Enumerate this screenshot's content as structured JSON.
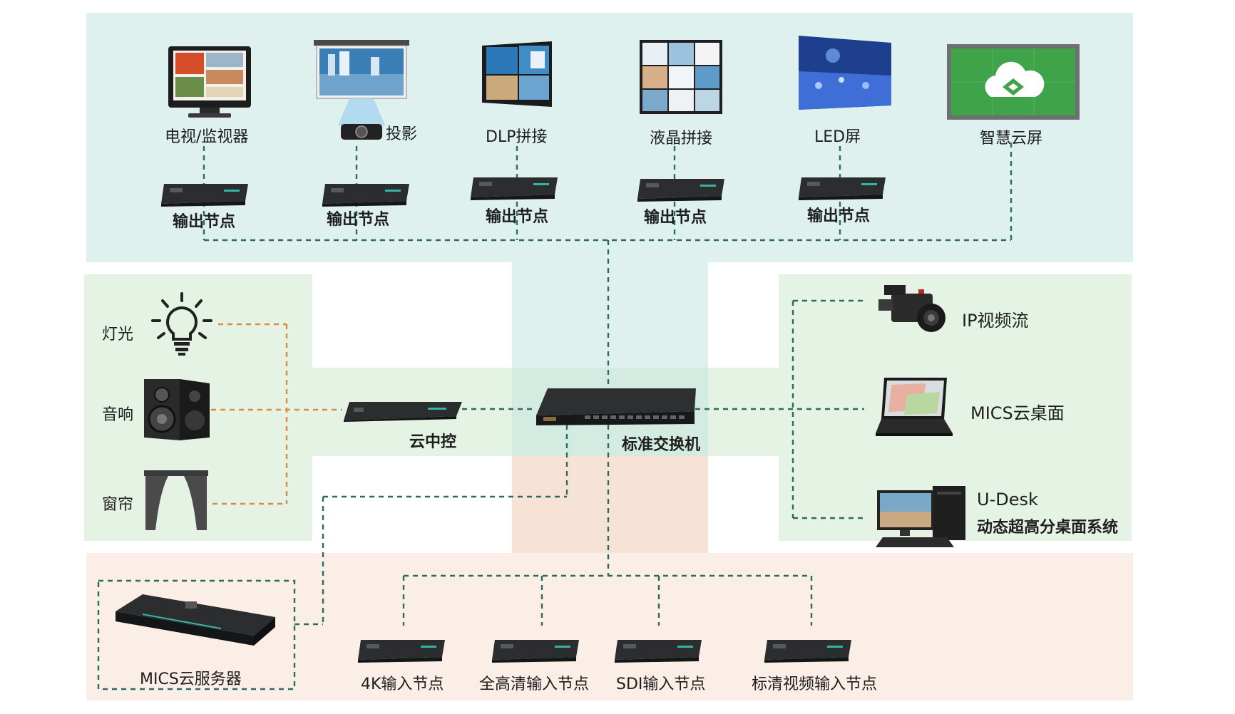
{
  "colors": {
    "top_zone": "#dff1ee",
    "left_zone": "#e4f3e3",
    "right_zone": "#e4f3e3",
    "bottom_zone": "#fbeee6",
    "center_cyan": "#cfe9e6",
    "center_green": "#d7eed9",
    "center_peach": "#f7e3d6",
    "line_teal": "#2d6a62",
    "line_orange": "#e08b3a"
  },
  "displays": [
    {
      "label": "电视/监视器",
      "icon": "tv-monitor-icon"
    },
    {
      "label": "投影",
      "icon": "projector-icon"
    },
    {
      "label": "DLP拼接",
      "icon": "dlp-wall-icon"
    },
    {
      "label": "液晶拼接",
      "icon": "lcd-wall-icon"
    },
    {
      "label": "LED屏",
      "icon": "led-screen-icon"
    },
    {
      "label": "智慧云屏",
      "icon": "smart-cloud-screen-icon"
    }
  ],
  "output_nodes": [
    "输出节点",
    "输出节点",
    "输出节点",
    "输出节点",
    "输出节点"
  ],
  "controls": [
    {
      "label": "灯光",
      "icon": "light-bulb-icon"
    },
    {
      "label": "音响",
      "icon": "speaker-icon"
    },
    {
      "label": "窗帘",
      "icon": "curtain-icon"
    }
  ],
  "center": {
    "cloud_control": "云中控",
    "switch": "标准交换机"
  },
  "sources": {
    "ip_stream": "IP视频流",
    "mics_desktop": "MICS云桌面",
    "udesk_title": "U-Desk",
    "udesk_sub": "动态超高分桌面系统"
  },
  "server": "MICS云服务器",
  "input_nodes": [
    "4K输入节点",
    "全高清输入节点",
    "SDI输入节点",
    "标清视频输入节点"
  ]
}
